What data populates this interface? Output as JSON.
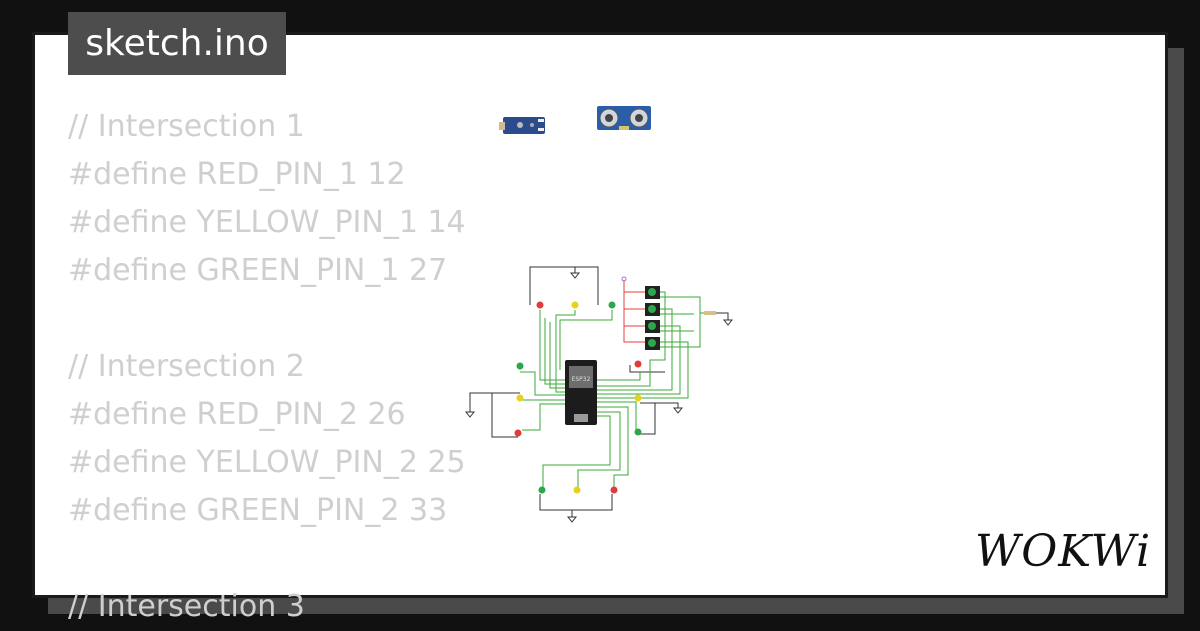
{
  "tab": {
    "filename": "sketch.ino"
  },
  "code": {
    "lines": [
      "// Intersection 1",
      "#define RED_PIN_1 12",
      "#define YELLOW_PIN_1 14",
      "#define GREEN_PIN_1 27",
      "",
      "// Intersection 2",
      "#define RED_PIN_2 26",
      "#define YELLOW_PIN_2 25",
      "#define GREEN_PIN_2 33",
      "",
      "// Intersection 3"
    ]
  },
  "diagram": {
    "chip_label": "ESP32",
    "components": [
      "ldr-sensor-module",
      "ultrasonic-sensor",
      "esp32-board",
      "push-buttons",
      "resistor",
      "leds"
    ],
    "colors": {
      "red_led": "#e23b3b",
      "yellow_led": "#e6d21c",
      "green_led": "#2ba84a",
      "wire_green": "#3aaa3a",
      "wire_red": "#e04040",
      "wire_dark": "#333333",
      "board": "#1c1c1c",
      "sensor_blue": "#2a4c8c"
    }
  },
  "brand": {
    "logo_text": "WOKWi"
  }
}
